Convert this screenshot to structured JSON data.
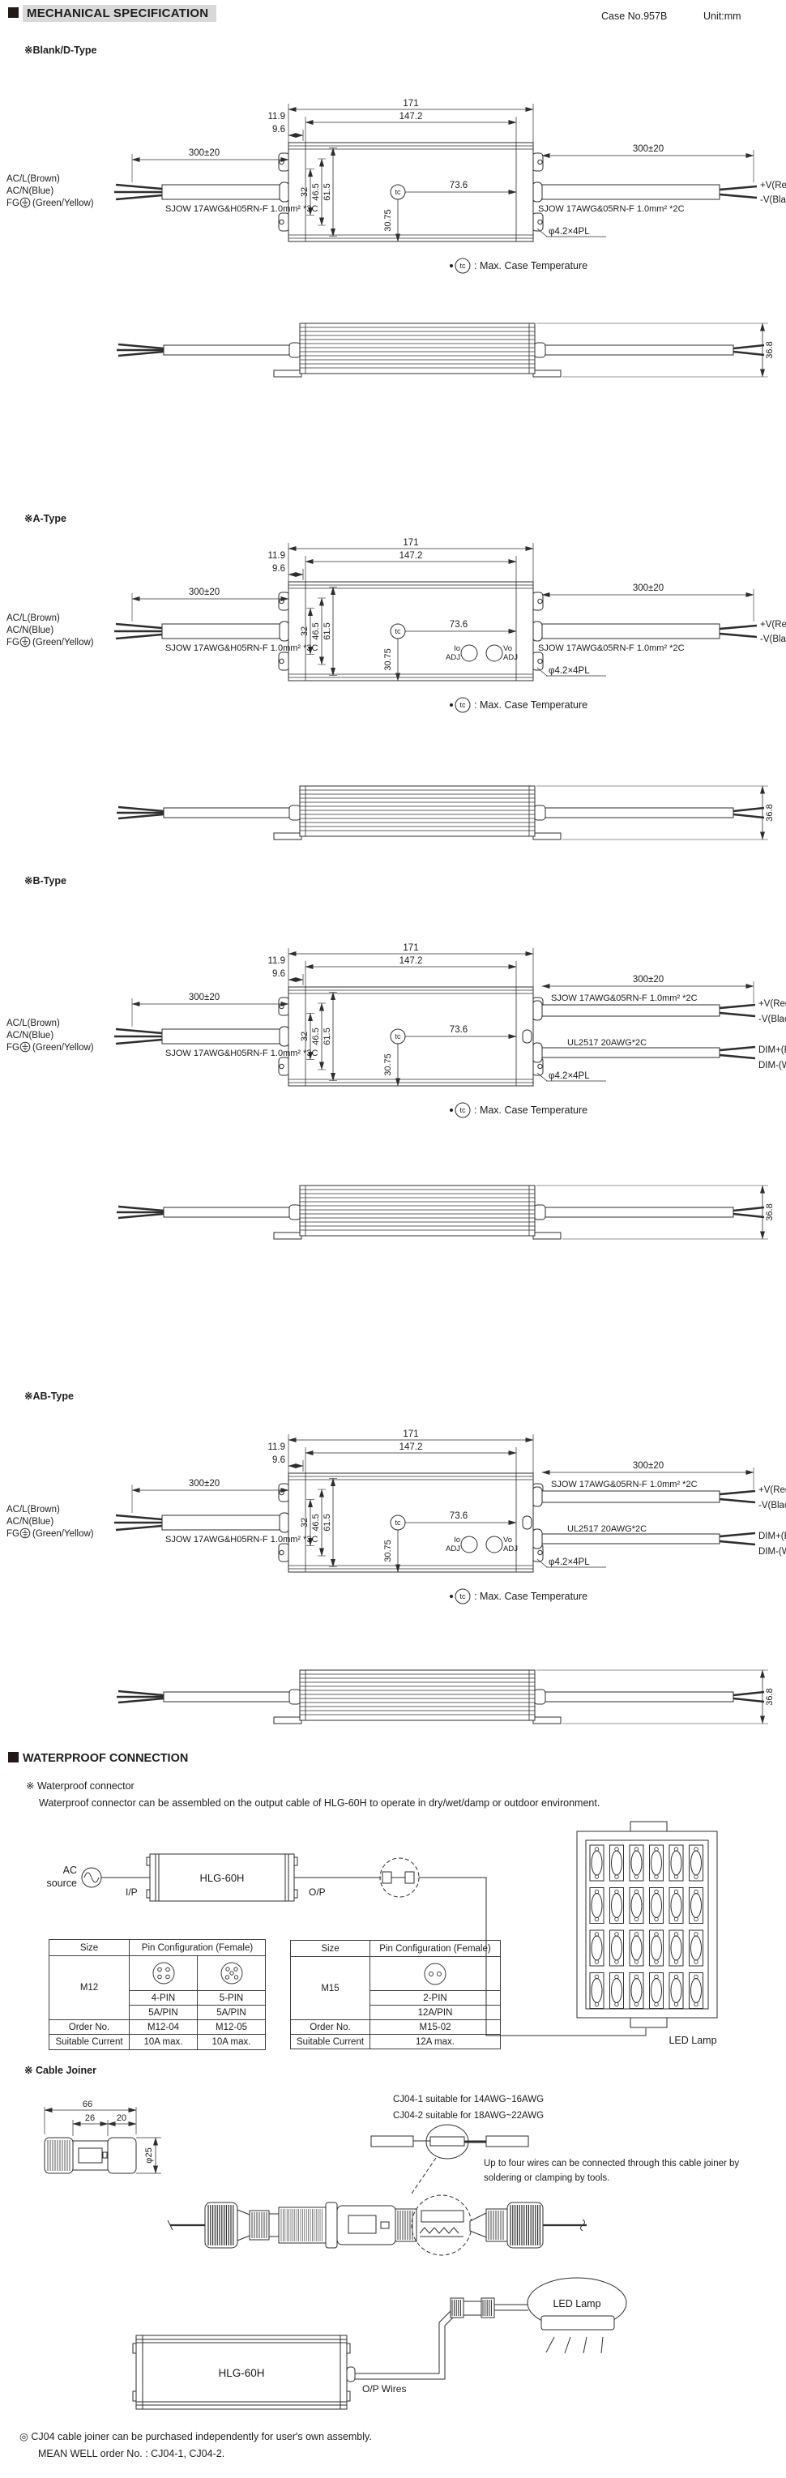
{
  "header": {
    "title": "MECHANICAL SPECIFICATION",
    "case_no": "Case No.957B",
    "unit": "Unit:mm"
  },
  "sections": [
    {
      "id": "blank-d",
      "label": "※Blank/D-Type"
    },
    {
      "id": "a",
      "label": "※A-Type"
    },
    {
      "id": "b",
      "label": "※B-Type"
    },
    {
      "id": "ab",
      "label": "※AB-Type"
    }
  ],
  "drawing": {
    "dims": {
      "overall": "171",
      "body": "147.2",
      "end": "11.9",
      "lip": "9.6",
      "w32": "32",
      "w465": "46.5",
      "w615": "61.5",
      "tc_x": "73.6",
      "tc_y": "30.75",
      "cable": "300±20",
      "holes": "φ4.2×4PL",
      "side_h": "36.8"
    },
    "input": {
      "l1": "AC/L(Brown)",
      "l2": "AC/N(Blue)",
      "l3_pre": "FG",
      "l3_post": "(Green/Yellow)",
      "spec": "SJOW 17AWG&H05RN-F 1.0mm² *3C"
    },
    "output": {
      "spec": "SJOW 17AWG&05RN-F 1.0mm² *2C",
      "pos": "+V(Red)",
      "neg": "-V(Black)"
    },
    "dim_output": {
      "spec": "UL2517 20AWG*2C",
      "pos": "DIM+(Blue)",
      "neg": "DIM-(White)"
    },
    "adj": {
      "io": "Io",
      "vo": "Vo",
      "adj": "ADJ"
    },
    "tc": "tc",
    "tc_note": ": Max. Case Temperature"
  },
  "waterproof": {
    "title": "WATERPROOF CONNECTION",
    "subtitle": "※ Waterproof connector",
    "desc": "Waterproof connector can be assembled on the output cable of HLG-60H to operate in dry/wet/damp or outdoor environment.",
    "ac1": "AC",
    "ac2": "source",
    "ip": "I/P",
    "op": "O/P",
    "model": "HLG-60H",
    "led_lamp": "LED Lamp",
    "tables": [
      {
        "size_header": "Size",
        "pin_header": "Pin Configuration (Female)",
        "size": "M12",
        "order_label": "Order No.",
        "current_label": "Suitable Current",
        "cols": [
          {
            "pins": "4-PIN",
            "amp": "5A/PIN",
            "order": "M12-04",
            "current": "10A max."
          },
          {
            "pins": "5-PIN",
            "amp": "5A/PIN",
            "order": "M12-05",
            "current": "10A max."
          }
        ]
      },
      {
        "size_header": "Size",
        "pin_header": "Pin Configuration (Female)",
        "size": "M15",
        "order_label": "Order No.",
        "current_label": "Suitable Current",
        "cols": [
          {
            "pins": "2-PIN",
            "amp": "12A/PIN",
            "order": "M15-02",
            "current": "12A max."
          }
        ]
      }
    ]
  },
  "cable_joiner": {
    "title": "※ Cable Joiner",
    "dims": {
      "len": "66",
      "seg1": "26",
      "seg2": "20",
      "dia": "φ25"
    },
    "cj1": "CJ04-1 suitable for 14AWG~16AWG",
    "cj2": "CJ04-2 suitable for 18AWG~22AWG",
    "note1": "Up to four wires can be connected through this cable joiner by",
    "note2": "soldering or clamping by tools."
  },
  "bottom": {
    "model": "HLG-60H",
    "op_wires": "O/P Wires",
    "led_lamp": "LED Lamp",
    "note1": "◎ CJ04 cable joiner can be purchased independently for user's own assembly.",
    "note2": "MEAN WELL order No. : CJ04-1, CJ04-2."
  }
}
